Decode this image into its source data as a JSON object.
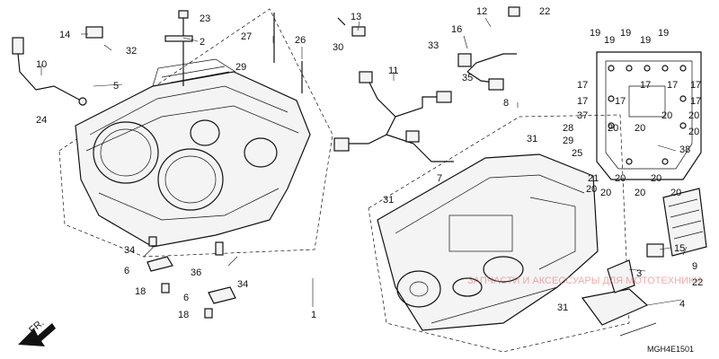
{
  "diagram": {
    "code": "MGH4E1501",
    "direction_label": "FR.",
    "watermark": "ЗАПЧАСТИ И АКСЕССУАРЫ ДЛЯ МОТОТЕХНИКИ"
  },
  "callouts": [
    "1",
    "2",
    "3",
    "4",
    "5",
    "6",
    "6",
    "7",
    "8",
    "9",
    "10",
    "11",
    "12",
    "13",
    "14",
    "15",
    "16",
    "17",
    "17",
    "17",
    "17",
    "17",
    "17",
    "17",
    "18",
    "18",
    "19",
    "19",
    "19",
    "19",
    "19",
    "20",
    "20",
    "20",
    "20",
    "20",
    "20",
    "20",
    "20",
    "20",
    "20",
    "20",
    "21",
    "22",
    "22",
    "23",
    "24",
    "25",
    "26",
    "27",
    "28",
    "29",
    "29",
    "30",
    "31",
    "31",
    "31",
    "32",
    "33",
    "34",
    "34",
    "35",
    "36",
    "37",
    "38"
  ]
}
